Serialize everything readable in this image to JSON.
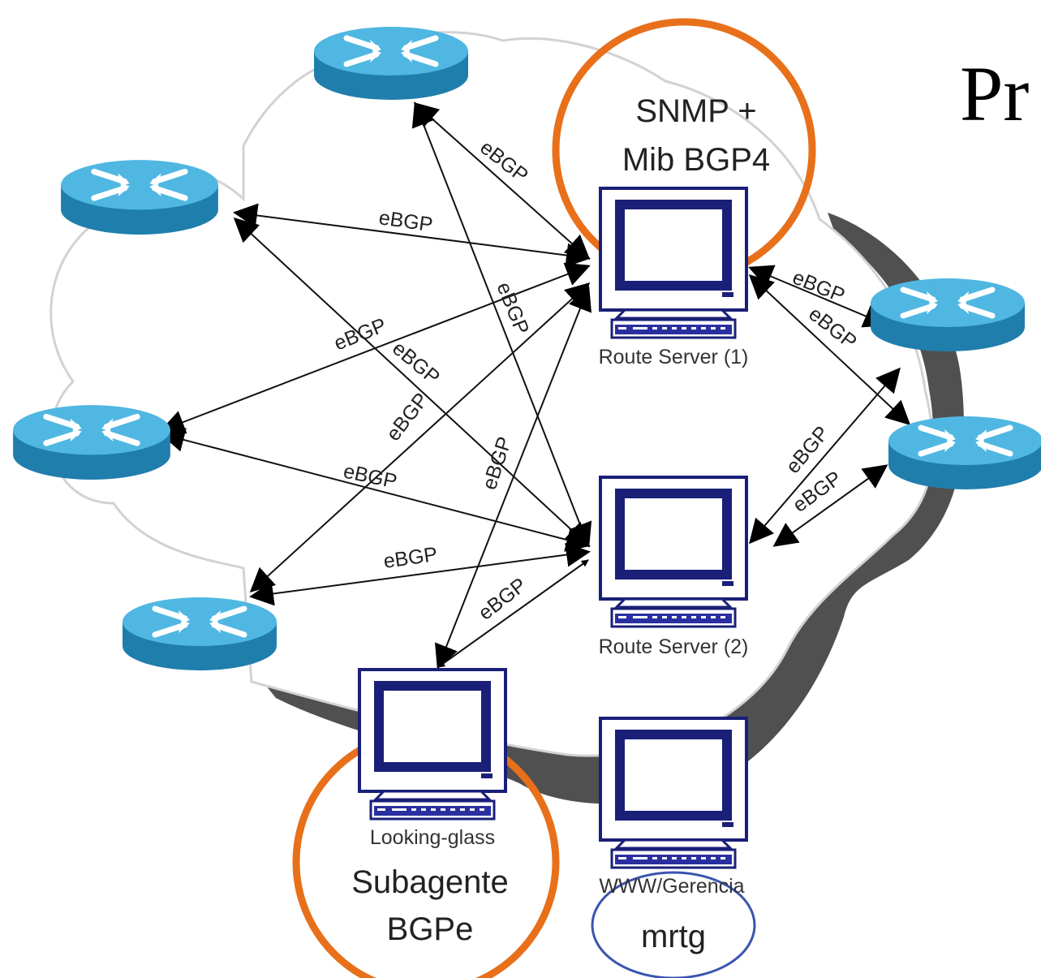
{
  "title_fragment": "Pr",
  "callouts": {
    "snmp": [
      "SNMP +",
      "Mib BGP4"
    ],
    "subagente": [
      "Subagente",
      "BGPe"
    ],
    "mrtg": "mrtg"
  },
  "hosts": {
    "rs1": "Route Server (1)",
    "rs2": "Route Server (2)",
    "lg": "Looking-glass",
    "www": "WWW/Gerencia"
  },
  "edge_label": "eBGP",
  "colors": {
    "router_top": "#4fb7e2",
    "router_side": "#1f7eac",
    "callout_ring": "#e8701a",
    "mrtg_ring": "#3a55b0",
    "cloud_shadow": "#505050",
    "monitor": "#1a1f78"
  }
}
